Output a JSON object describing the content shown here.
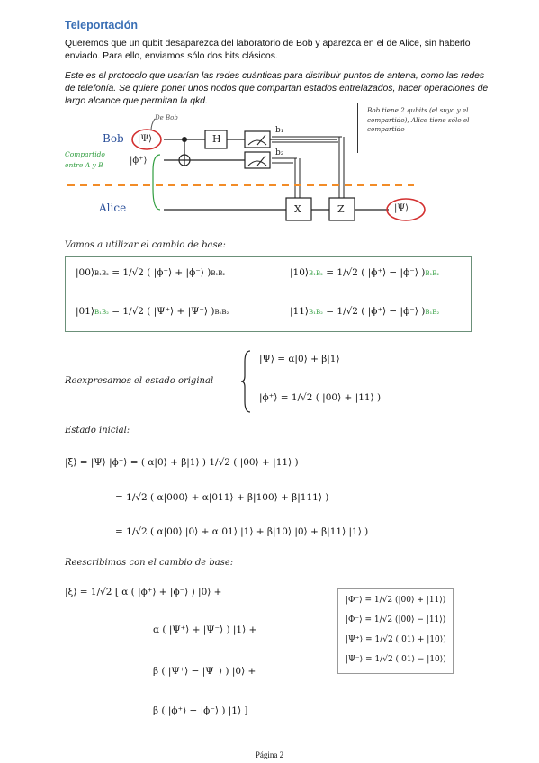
{
  "title": "Teleportación",
  "paragraph1": "Queremos que un qubit desaparezca del laboratorio de Bob y aparezca en el de Alice, sin haberlo enviado.  Para ello, enviamos sólo dos bits clásicos.",
  "paragraph2": "Este es el protocolo que usarían las redes cuánticas para distribuir puntos de antena, como las redes de telefonía. Se quiere poner unos nodos que compartan estados entrelazados, hacer operaciones de largo alcance que permitan la qkd.",
  "circuit": {
    "bob_label": "Bob",
    "alice_label": "Alice",
    "de_bob": "De Bob",
    "compartido": "Compartido entre A y B",
    "psi_in": "|Ψ⟩",
    "phi_plus": "|ϕ⁺⟩",
    "psi_out": "|Ψ⟩",
    "h_gate": "H",
    "x_gate": "X",
    "z_gate": "Z",
    "b1": "b₁",
    "b2": "b₂",
    "note": "Bob tiene 2 qubits (el suyo y el compartido), Alice tiene sólo el compartido"
  },
  "section1": "Vamos a utilizar el cambio de base:",
  "basis": {
    "e1": "|00⟩",
    "e1_rhs": "= 1/√2 ( |ϕ⁺⟩ + |ϕ⁻⟩ )",
    "e2": "|10⟩",
    "e2_rhs": "= 1/√2 ( |ϕ⁺⟩ − |ϕ⁻⟩ )",
    "e3": "|01⟩",
    "e3_rhs": "= 1/√2 ( |Ψ⁺⟩ + |Ψ⁻⟩ )",
    "e4": "|11⟩",
    "e4_rhs": "= 1/√2 ( |ϕ⁺⟩ − |ϕ⁻⟩ )",
    "sub": "B₁B₂"
  },
  "section2": "Reexpresamos el estado original",
  "rexp": {
    "l1": "|Ψ⟩",
    "l1_rhs": "= α|0⟩   + β|1⟩",
    "l2": "|ϕ⁺⟩",
    "l2_rhs": "= 1/√2 ( |00⟩     + |11⟩     )"
  },
  "section3": "Estado inicial:",
  "initial": {
    "l1": "|ξ⟩     = |Ψ⟩  |ϕ⁺⟩     = ( α|0⟩  + β|1⟩  ) 1/√2 ( |00⟩     + |11⟩     )",
    "l2": "= 1/√2 ( α|000⟩        + α|011⟩        + β|100⟩        + β|111⟩        )",
    "l3": "= 1/√2 ( α|00⟩    |0⟩  + α|01⟩    |1⟩  + β|10⟩    |0⟩  + β|11⟩    |1⟩  )"
  },
  "section4": "Reescribimos con el cambio de base:",
  "rewrite": {
    "l1": "|ξ⟩      = 1/√2 [ α ( |ϕ⁺⟩    + |ϕ⁻⟩    ) |0⟩  +",
    "l2": "α ( |Ψ⁺⟩    + |Ψ⁻⟩    ) |1⟩  +",
    "l3": "β ( |Ψ⁺⟩    − |Ψ⁻⟩    ) |0⟩  +",
    "l4": "β ( |ϕ⁺⟩    − |ϕ⁻⟩    ) |1⟩  ]"
  },
  "bell": [
    "|Φ⁻⟩ = 1/√2 (|00⟩ + |11⟩)",
    "|Φ⁻⟩ = 1/√2 (|00⟩ − |11⟩)",
    "|Ψ⁺⟩ = 1/√2 (|01⟩ + |10⟩)",
    "|Ψ⁻⟩ = 1/√2 (|01⟩ − |10⟩)"
  ],
  "footer": "Página 2"
}
